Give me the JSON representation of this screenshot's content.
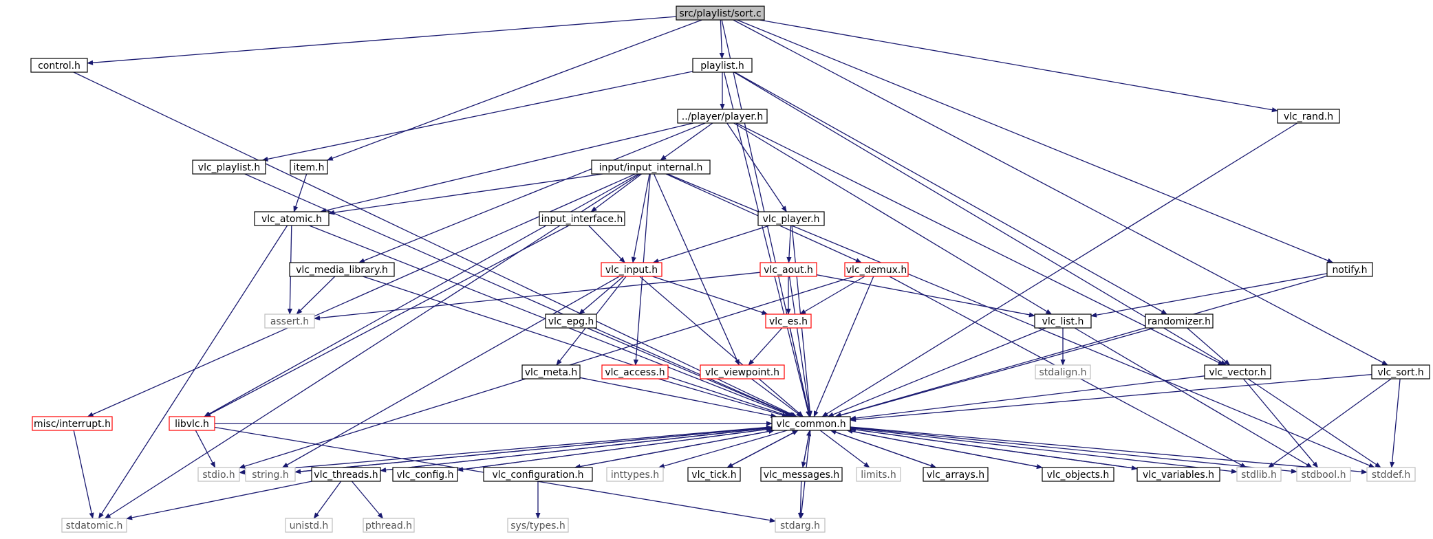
{
  "nodes": [
    {
      "id": "sort_c",
      "label": "src/playlist/sort.c",
      "style": "root"
    },
    {
      "id": "control_h",
      "label": "control.h",
      "style": "black"
    },
    {
      "id": "playlist_h",
      "label": "playlist.h",
      "style": "black"
    },
    {
      "id": "vlc_rand_h",
      "label": "vlc_rand.h",
      "style": "black"
    },
    {
      "id": "player_h",
      "label": "../player/player.h",
      "style": "black"
    },
    {
      "id": "vlc_playlist_h",
      "label": "vlc_playlist.h",
      "style": "black"
    },
    {
      "id": "item_h",
      "label": "item.h",
      "style": "black"
    },
    {
      "id": "input_internal_h",
      "label": "input/input_internal.h",
      "style": "black"
    },
    {
      "id": "vlc_atomic_h",
      "label": "vlc_atomic.h",
      "style": "black"
    },
    {
      "id": "input_interface_h",
      "label": "input_interface.h",
      "style": "black"
    },
    {
      "id": "vlc_player_h",
      "label": "vlc_player.h",
      "style": "black"
    },
    {
      "id": "vlc_media_library_h",
      "label": "vlc_media_library.h",
      "style": "black"
    },
    {
      "id": "vlc_input_h",
      "label": "vlc_input.h",
      "style": "red"
    },
    {
      "id": "vlc_aout_h",
      "label": "vlc_aout.h",
      "style": "red"
    },
    {
      "id": "vlc_demux_h",
      "label": "vlc_demux.h",
      "style": "red"
    },
    {
      "id": "notify_h",
      "label": "notify.h",
      "style": "black"
    },
    {
      "id": "assert_h",
      "label": "assert.h",
      "style": "gray"
    },
    {
      "id": "vlc_epg_h",
      "label": "vlc_epg.h",
      "style": "black"
    },
    {
      "id": "vlc_es_h",
      "label": "vlc_es.h",
      "style": "red"
    },
    {
      "id": "vlc_list_h",
      "label": "vlc_list.h",
      "style": "black"
    },
    {
      "id": "randomizer_h",
      "label": "randomizer.h",
      "style": "black"
    },
    {
      "id": "vlc_meta_h",
      "label": "vlc_meta.h",
      "style": "black"
    },
    {
      "id": "vlc_access_h",
      "label": "vlc_access.h",
      "style": "red"
    },
    {
      "id": "vlc_viewpoint_h",
      "label": "vlc_viewpoint.h",
      "style": "red"
    },
    {
      "id": "stdalign_h",
      "label": "stdalign.h",
      "style": "gray"
    },
    {
      "id": "vlc_vector_h",
      "label": "vlc_vector.h",
      "style": "black"
    },
    {
      "id": "vlc_sort_h",
      "label": "vlc_sort.h",
      "style": "black"
    },
    {
      "id": "misc_interrupt_h",
      "label": "misc/interrupt.h",
      "style": "red"
    },
    {
      "id": "libvlc_h",
      "label": "libvlc.h",
      "style": "red"
    },
    {
      "id": "vlc_common_h",
      "label": "vlc_common.h",
      "style": "black"
    },
    {
      "id": "stdio_h",
      "label": "stdio.h",
      "style": "gray"
    },
    {
      "id": "string_h",
      "label": "string.h",
      "style": "gray"
    },
    {
      "id": "vlc_threads_h",
      "label": "vlc_threads.h",
      "style": "black"
    },
    {
      "id": "vlc_config_h",
      "label": "vlc_config.h",
      "style": "black"
    },
    {
      "id": "vlc_configuration_h",
      "label": "vlc_configuration.h",
      "style": "black"
    },
    {
      "id": "inttypes_h",
      "label": "inttypes.h",
      "style": "gray"
    },
    {
      "id": "vlc_tick_h",
      "label": "vlc_tick.h",
      "style": "black"
    },
    {
      "id": "vlc_messages_h",
      "label": "vlc_messages.h",
      "style": "black"
    },
    {
      "id": "limits_h",
      "label": "limits.h",
      "style": "gray"
    },
    {
      "id": "vlc_arrays_h",
      "label": "vlc_arrays.h",
      "style": "black"
    },
    {
      "id": "vlc_objects_h",
      "label": "vlc_objects.h",
      "style": "black"
    },
    {
      "id": "vlc_variables_h",
      "label": "vlc_variables.h",
      "style": "black"
    },
    {
      "id": "stdlib_h",
      "label": "stdlib.h",
      "style": "gray"
    },
    {
      "id": "stdbool_h",
      "label": "stdbool.h",
      "style": "gray"
    },
    {
      "id": "stddef_h",
      "label": "stddef.h",
      "style": "gray"
    },
    {
      "id": "stdatomic_h",
      "label": "stdatomic.h",
      "style": "gray"
    },
    {
      "id": "unistd_h",
      "label": "unistd.h",
      "style": "gray"
    },
    {
      "id": "pthread_h",
      "label": "pthread.h",
      "style": "gray"
    },
    {
      "id": "sys_types_h",
      "label": "sys/types.h",
      "style": "gray"
    },
    {
      "id": "stdarg_h",
      "label": "stdarg.h",
      "style": "gray"
    }
  ],
  "edges": [
    [
      "sort_c",
      "control_h"
    ],
    [
      "sort_c",
      "playlist_h"
    ],
    [
      "sort_c",
      "item_h"
    ],
    [
      "sort_c",
      "vlc_common_h"
    ],
    [
      "sort_c",
      "vlc_rand_h"
    ],
    [
      "sort_c",
      "notify_h"
    ],
    [
      "sort_c",
      "vlc_sort_h"
    ],
    [
      "control_h",
      "vlc_common_h"
    ],
    [
      "playlist_h",
      "player_h"
    ],
    [
      "playlist_h",
      "vlc_playlist_h"
    ],
    [
      "playlist_h",
      "vlc_common_h"
    ],
    [
      "playlist_h",
      "randomizer_h"
    ],
    [
      "playlist_h",
      "vlc_vector_h"
    ],
    [
      "vlc_rand_h",
      "vlc_common_h"
    ],
    [
      "player_h",
      "input_internal_h"
    ],
    [
      "player_h",
      "vlc_atomic_h"
    ],
    [
      "player_h",
      "vlc_media_library_h"
    ],
    [
      "player_h",
      "vlc_player_h"
    ],
    [
      "player_h",
      "vlc_list_h"
    ],
    [
      "player_h",
      "vlc_vector_h"
    ],
    [
      "vlc_playlist_h",
      "vlc_common_h"
    ],
    [
      "item_h",
      "vlc_atomic_h"
    ],
    [
      "input_internal_h",
      "vlc_atomic_h"
    ],
    [
      "input_internal_h",
      "input_interface_h"
    ],
    [
      "input_internal_h",
      "vlc_input_h"
    ],
    [
      "input_internal_h",
      "vlc_demux_h"
    ],
    [
      "input_internal_h",
      "vlc_access_h"
    ],
    [
      "input_internal_h",
      "vlc_viewpoint_h"
    ],
    [
      "input_internal_h",
      "misc_interrupt_h"
    ],
    [
      "input_internal_h",
      "libvlc_h"
    ],
    [
      "input_internal_h",
      "stdatomic_h"
    ],
    [
      "input_internal_h",
      "stddef_h"
    ],
    [
      "vlc_atomic_h",
      "assert_h"
    ],
    [
      "vlc_atomic_h",
      "vlc_common_h"
    ],
    [
      "vlc_atomic_h",
      "stdatomic_h"
    ],
    [
      "input_interface_h",
      "vlc_input_h"
    ],
    [
      "input_interface_h",
      "libvlc_h"
    ],
    [
      "vlc_player_h",
      "vlc_input_h"
    ],
    [
      "vlc_player_h",
      "vlc_aout_h"
    ],
    [
      "vlc_player_h",
      "vlc_common_h"
    ],
    [
      "vlc_media_library_h",
      "assert_h"
    ],
    [
      "vlc_media_library_h",
      "vlc_common_h"
    ],
    [
      "vlc_input_h",
      "vlc_epg_h"
    ],
    [
      "vlc_input_h",
      "vlc_es_h"
    ],
    [
      "vlc_input_h",
      "vlc_meta_h"
    ],
    [
      "vlc_input_h",
      "string_h"
    ],
    [
      "vlc_input_h",
      "vlc_common_h"
    ],
    [
      "vlc_aout_h",
      "assert_h"
    ],
    [
      "vlc_aout_h",
      "vlc_es_h"
    ],
    [
      "vlc_aout_h",
      "vlc_list_h"
    ],
    [
      "vlc_aout_h",
      "vlc_common_h"
    ],
    [
      "vlc_demux_h",
      "vlc_es_h"
    ],
    [
      "vlc_demux_h",
      "vlc_common_h"
    ],
    [
      "vlc_demux_h",
      "stdio_h"
    ],
    [
      "vlc_demux_h",
      "stdlib_h"
    ],
    [
      "notify_h",
      "vlc_list_h"
    ],
    [
      "notify_h",
      "vlc_common_h"
    ],
    [
      "vlc_epg_h",
      "vlc_common_h"
    ],
    [
      "vlc_es_h",
      "vlc_viewpoint_h"
    ],
    [
      "vlc_es_h",
      "vlc_common_h"
    ],
    [
      "vlc_list_h",
      "stdalign_h"
    ],
    [
      "vlc_list_h",
      "vlc_common_h"
    ],
    [
      "vlc_list_h",
      "stdbool_h"
    ],
    [
      "randomizer_h",
      "vlc_vector_h"
    ],
    [
      "randomizer_h",
      "vlc_common_h"
    ],
    [
      "vlc_meta_h",
      "vlc_common_h"
    ],
    [
      "vlc_access_h",
      "vlc_common_h"
    ],
    [
      "vlc_viewpoint_h",
      "vlc_common_h"
    ],
    [
      "vlc_vector_h",
      "vlc_common_h"
    ],
    [
      "vlc_vector_h",
      "stdbool_h"
    ],
    [
      "vlc_vector_h",
      "stddef_h"
    ],
    [
      "vlc_sort_h",
      "vlc_common_h"
    ],
    [
      "vlc_sort_h",
      "stdlib_h"
    ],
    [
      "vlc_sort_h",
      "stddef_h"
    ],
    [
      "misc_interrupt_h",
      "stdatomic_h"
    ],
    [
      "libvlc_h",
      "vlc_common_h"
    ],
    [
      "libvlc_h",
      "stdio_h"
    ],
    [
      "libvlc_h",
      "stdarg_h"
    ],
    [
      "vlc_common_h",
      "stdio_h"
    ],
    [
      "vlc_common_h",
      "string_h"
    ],
    [
      "vlc_common_h",
      "vlc_threads_h"
    ],
    [
      "vlc_common_h",
      "vlc_config_h"
    ],
    [
      "vlc_common_h",
      "vlc_configuration_h"
    ],
    [
      "vlc_common_h",
      "inttypes_h"
    ],
    [
      "vlc_common_h",
      "vlc_tick_h"
    ],
    [
      "vlc_common_h",
      "vlc_messages_h"
    ],
    [
      "vlc_common_h",
      "limits_h"
    ],
    [
      "vlc_common_h",
      "vlc_arrays_h"
    ],
    [
      "vlc_common_h",
      "vlc_objects_h"
    ],
    [
      "vlc_common_h",
      "vlc_variables_h"
    ],
    [
      "vlc_common_h",
      "stdlib_h"
    ],
    [
      "vlc_common_h",
      "stdbool_h"
    ],
    [
      "vlc_common_h",
      "stddef_h"
    ],
    [
      "vlc_common_h",
      "stdarg_h"
    ],
    [
      "string_h",
      "vlc_common_h"
    ],
    [
      "vlc_threads_h",
      "vlc_common_h"
    ],
    [
      "vlc_threads_h",
      "stdatomic_h"
    ],
    [
      "vlc_threads_h",
      "unistd_h"
    ],
    [
      "vlc_threads_h",
      "pthread_h"
    ],
    [
      "vlc_config_h",
      "vlc_common_h"
    ],
    [
      "vlc_configuration_h",
      "vlc_common_h"
    ],
    [
      "vlc_configuration_h",
      "sys_types_h"
    ],
    [
      "vlc_tick_h",
      "vlc_common_h"
    ],
    [
      "vlc_messages_h",
      "vlc_common_h"
    ],
    [
      "vlc_messages_h",
      "stdarg_h"
    ],
    [
      "vlc_arrays_h",
      "vlc_common_h"
    ],
    [
      "vlc_objects_h",
      "vlc_common_h"
    ],
    [
      "vlc_variables_h",
      "vlc_common_h"
    ]
  ],
  "colors": {
    "edge": "#191970",
    "root_fill": "#bfbfbf",
    "black_border": "#000000",
    "red_border": "#ff0000",
    "gray_border": "#bfbfbf",
    "gray_text": "#555555"
  }
}
